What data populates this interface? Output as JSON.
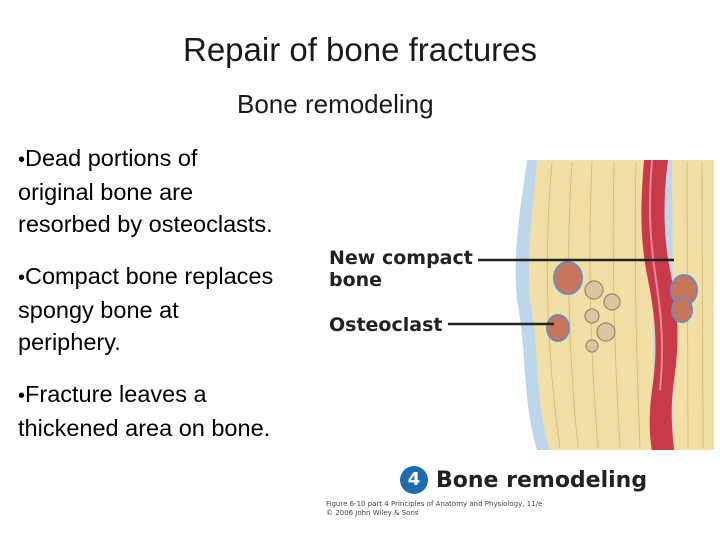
{
  "slide": {
    "title": "Repair of bone fractures",
    "subtitle": "Bone remodeling",
    "bullets": [
      "Dead portions of\noriginal bone are\nresorbed by osteoclasts.",
      "Compact bone replaces\nspongy bone at\nperiphery.",
      "Fracture leaves a\nthickened area on bone."
    ]
  },
  "figure": {
    "label_new_compact": "New compact\nbone",
    "label_osteoclast": "Osteoclast",
    "step_number": "4",
    "caption": "Bone remodeling",
    "credit_line1": "Figure 6-10 part 4 Principles of Anatomy and Physiology, 11/e",
    "credit_line2": "© 2006 John Wiley & Sons",
    "colors": {
      "vessel": "#c8394a",
      "compact_bone": "#f2dfa6",
      "periosteum": "#bcd6ea",
      "osteoclast": "#c9755a"
    }
  }
}
